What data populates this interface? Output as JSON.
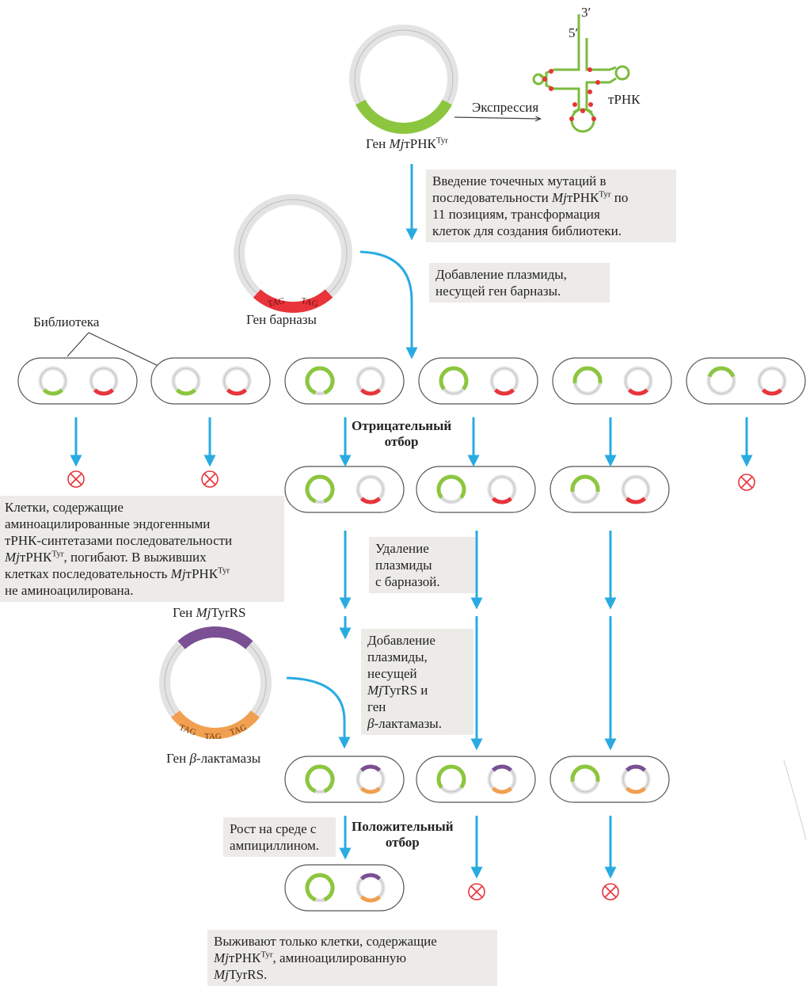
{
  "colors": {
    "green": "#8cc63f",
    "red": "#e8343a",
    "purple": "#7b4f93",
    "orange": "#f0a050",
    "arrow": "#29abe2",
    "ring": "#d8d8d8",
    "box": "#ecebe8"
  },
  "top_plasmid": {
    "label_prefix": "Ген ",
    "label_italic": "Mj",
    "label_main": "тРНК",
    "label_sup": "Tyr",
    "expression": "Экспрессия"
  },
  "trna": {
    "label": "тРНК",
    "end3": "3′",
    "end5": "5′"
  },
  "box_mutation": {
    "line1": "Введение точечных мутаций в",
    "line2_pre": "последовательности ",
    "line2_it": "Mj",
    "line2_main": "тРНК",
    "line2_sup": "Tyr",
    "line2_post": " по",
    "line3": "11 позициям, трансформация",
    "line4": "клеток для создания библиотеки."
  },
  "box_barnase_add": {
    "line1": "Добавление плазмиды,",
    "line2": "несущей ген барназы."
  },
  "barnase_plasmid": {
    "label": "Ген барназы",
    "tag1": "TAG",
    "tag2": "TAG"
  },
  "library_label": "Библиотека",
  "negative_selection": {
    "line1": "Отрицательный",
    "line2": "отбор"
  },
  "box_dead": {
    "line1": "Клетки, содержащие",
    "line2": "аминоацилированные эндогенными",
    "line3": "тРНК-синтетазами последовательности",
    "line4_it": "Mj",
    "line4_main": "тРНК",
    "line4_sup": "Tyr",
    "line4_post": ", погибают. В выживших",
    "line5_pre": "клетках последовательность ",
    "line5_it": "Mj",
    "line5_main": "тРНК",
    "line5_sup": "Tyr",
    "line6": "не аминоацилирована."
  },
  "box_remove": {
    "line1": "Удаление",
    "line2": "плазмиды",
    "line3": "с барназой."
  },
  "tyrrs_plasmid": {
    "gene_label_pre": "Ген ",
    "gene_label_it": "Mj",
    "gene_label_main": "TyrRS",
    "lactamase_pre": "Ген ",
    "lactamase_it": "β",
    "lactamase_main": "-лактамазы",
    "tag1": "TAG",
    "tag2": "TAG",
    "tag3": "TAG"
  },
  "box_add_tyrrs": {
    "line1": "Добавление",
    "line2": "плазмиды,",
    "line3": "несущей",
    "line4_it": "Mj",
    "line4_main": "TyrRS и",
    "line5": "ген",
    "line6_it": "β",
    "line6_main": "-лактамазы."
  },
  "box_ampicillin": {
    "line1": "Рост на среде с",
    "line2": "ампициллином."
  },
  "positive_selection": {
    "line1": "Положительный",
    "line2": "отбор"
  },
  "box_survive": {
    "line1": "Выживают только клетки, содержащие",
    "line2_it": "Mj",
    "line2_main": "тРНК",
    "line2_sup": "Tyr",
    "line2_post": ", аминоацилированную",
    "line3_it": "Mj",
    "line3_main": "TyrRS."
  }
}
